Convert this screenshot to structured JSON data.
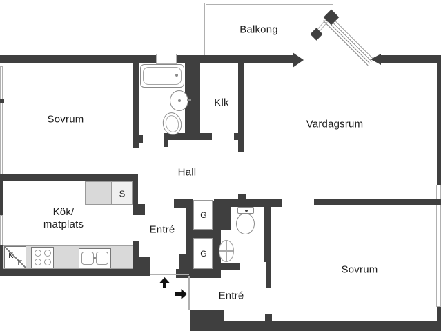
{
  "colors": {
    "wall": "#3f3f3f",
    "bg": "#ffffff",
    "counter": "#d9d9d9",
    "fixture": "#8a8a8a",
    "thin": "#b0b0b0",
    "label": "#1c1c1c"
  },
  "labels": {
    "balcony": "Balkong",
    "bedroom_top": "Sovrum",
    "closet": "Klk",
    "living_room": "Vardagsrum",
    "hall": "Hall",
    "kitchen_line1": "Kök/",
    "kitchen_line2": "matplats",
    "entry_inner": "Entré",
    "entry_outer": "Entré",
    "bedroom_bottom": "Sovrum",
    "wardrobe_1": "G",
    "wardrobe_2": "G",
    "pantry": "S",
    "fridge": "K",
    "freezer": "F"
  },
  "icons": {
    "entry_arrow_up": "arrow-up",
    "entry_arrow_right": "arrow-right"
  }
}
